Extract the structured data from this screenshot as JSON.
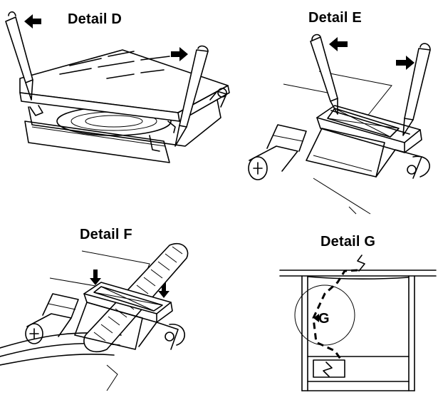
{
  "details": {
    "d": {
      "label": "Detail D"
    },
    "e": {
      "label": "Detail E"
    },
    "f": {
      "label": "Detail F"
    },
    "g": {
      "label": "Detail G",
      "marker": "G"
    }
  },
  "icons": {
    "arrow": "left-right-push-arrows",
    "press": "down-press-arrows",
    "tool": "pry-tool-icon",
    "screw": "phillips-screw-icon"
  }
}
